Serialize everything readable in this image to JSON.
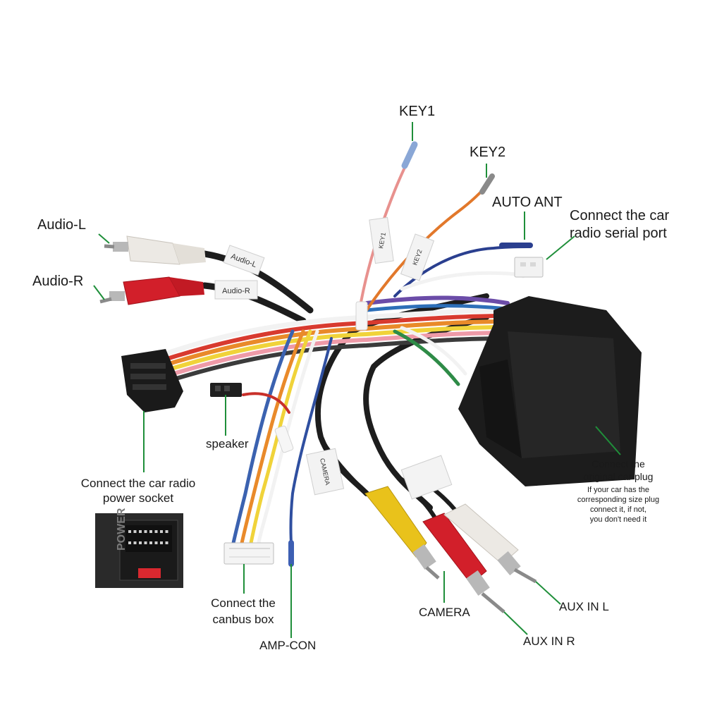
{
  "labels": {
    "key1": "KEY1",
    "key2": "KEY2",
    "auto_ant": "AUTO ANT",
    "serial_line1": "Connect the car",
    "serial_line2": "radio  serial port",
    "audio_l": "Audio-L",
    "audio_r": "Audio-R",
    "speaker": "speaker",
    "power_line1": "Connect the car radio",
    "power_line2": "power socket",
    "plug_line1": "Connect the",
    "plug_line2": "original car plug",
    "plug_note1": "If your car has the",
    "plug_note2": "corresponding size plug",
    "plug_note3": "connect it, if not,",
    "plug_note4": "you don't need it",
    "canbus_line1": "Connect the",
    "canbus_line2": "canbus box",
    "amp_con": "AMP-CON",
    "camera": "CAMERA",
    "aux_in_l": "AUX IN L",
    "aux_in_r": "AUX IN R"
  },
  "tags": {
    "audio_l": "Audio-L",
    "audio_r": "Audio-R",
    "key1": "KEY1",
    "key2": "KEY2",
    "camera": "CAMERA"
  },
  "inset": {
    "power_text": "POWER"
  },
  "colors": {
    "leader": "#1f8f3a",
    "connector": "#1c1c1c",
    "rca_white": "#ece9e4",
    "rca_red": "#d21f2a",
    "rca_yellow": "#e9c21b"
  }
}
